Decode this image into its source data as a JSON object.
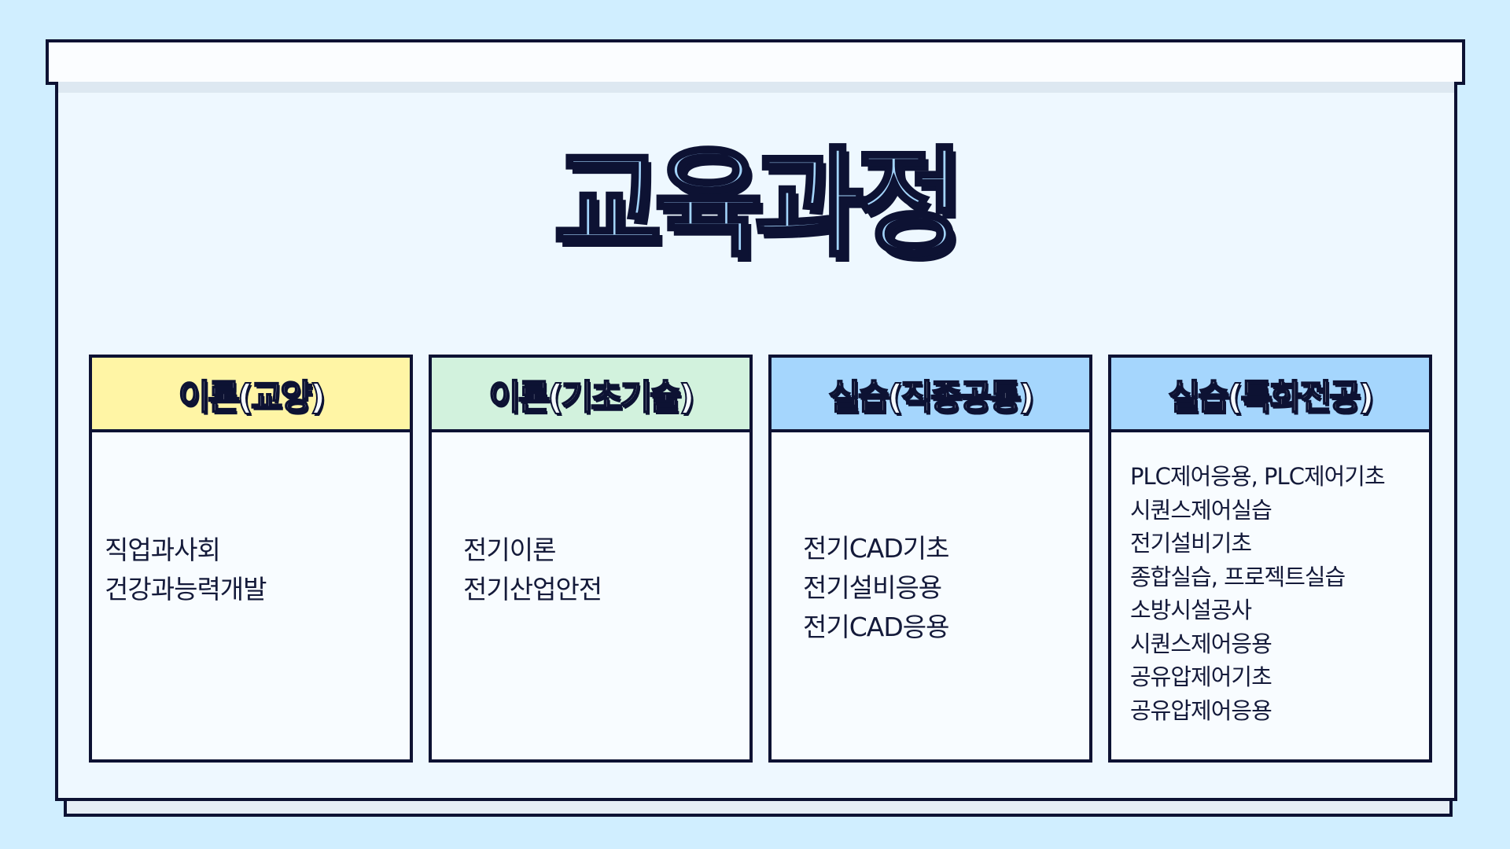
{
  "title": "교육과정",
  "colors": {
    "background": "#d0eeff",
    "yellow": "#fff5a5",
    "green": "#d2f2dd",
    "blue": "#a5d6fd",
    "navy": "#0d1233"
  },
  "cards": [
    {
      "header": "이론(교양)",
      "items": [
        "직업과사회",
        "건강과능력개발"
      ]
    },
    {
      "header": "이론(기초기술)",
      "items": [
        "전기이론",
        "전기산업안전"
      ]
    },
    {
      "header": "실습(직종공통)",
      "items": [
        "전기CAD기초",
        "전기설비응용",
        "전기CAD응용"
      ]
    },
    {
      "header": "실습(특화전공)",
      "items": [
        "PLC제어응용, PLC제어기초",
        "시퀀스제어실습",
        "전기설비기초",
        "종합실습, 프로젝트실습",
        "소방시설공사",
        "시퀀스제어응용",
        "공유압제어기초",
        "공유압제어응용"
      ]
    }
  ]
}
